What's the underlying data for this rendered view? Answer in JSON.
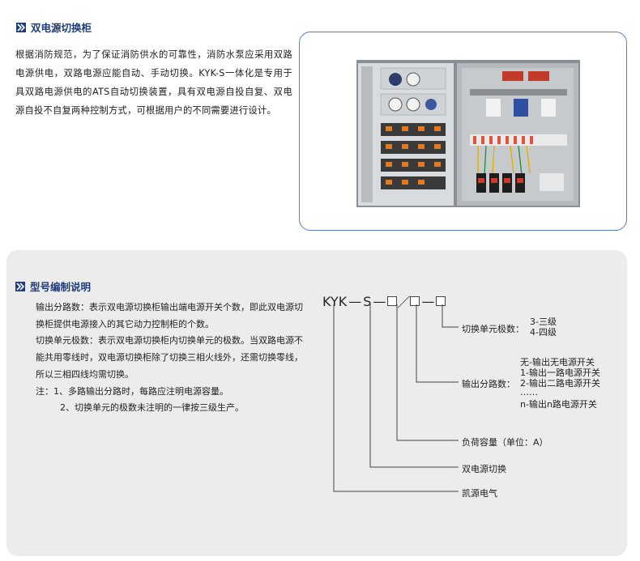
{
  "section1": {
    "title": "双电源切换柜",
    "intro": "根据消防规范，为了保证消防供水的可靠性，消防水泵应采用双路电源供电，双路电源应能自动、手动切换。KYK-S一体化是专用于具双路电源供电的ATS自动切换装置，具有双电源自投自复、双电源自投不自复两种控制方式，可根据用户的不同需要进行设计。"
  },
  "section2": {
    "title": "型号编制说明",
    "desc": {
      "p1": "输出分路数：表示双电源切换柜输出端电源开关个数，即此双电源切换柜提供电源接入的其它动力控制柜的个数。",
      "p2": "切换单元极数：表示双电源切换柜内切换单元的极数。当双路电源不能共用零线时，双电源切换柜除了切换三相火线外，还需切换零线，所以三相四线均需切换。",
      "p3": "注：1、多路输出分路时，每路应注明电源容量。",
      "p4": "2、切换单元的极数未注明的一律按三级生产。"
    },
    "code": {
      "prefix": "KYK",
      "dash": "—",
      "s": "S",
      "slash": "／"
    },
    "labels": {
      "poles": "切换单元极数：",
      "poles_3": "3-三级",
      "poles_4": "4-四级",
      "outputs": "输出分路数：",
      "out_0": "无-输出无电源开关",
      "out_1": "1-输出一路电源开关",
      "out_2": "2-输出二路电源开关",
      "out_dots": "……",
      "out_n": "n-输出n路电源开关",
      "capacity": "负荷容量（单位：A）",
      "switch": "双电源切换",
      "brand": "凯源电气"
    }
  },
  "colors": {
    "title": "#1f3d7a",
    "frame_border": "#5b7ac8",
    "panel_bg": "#ececec"
  }
}
